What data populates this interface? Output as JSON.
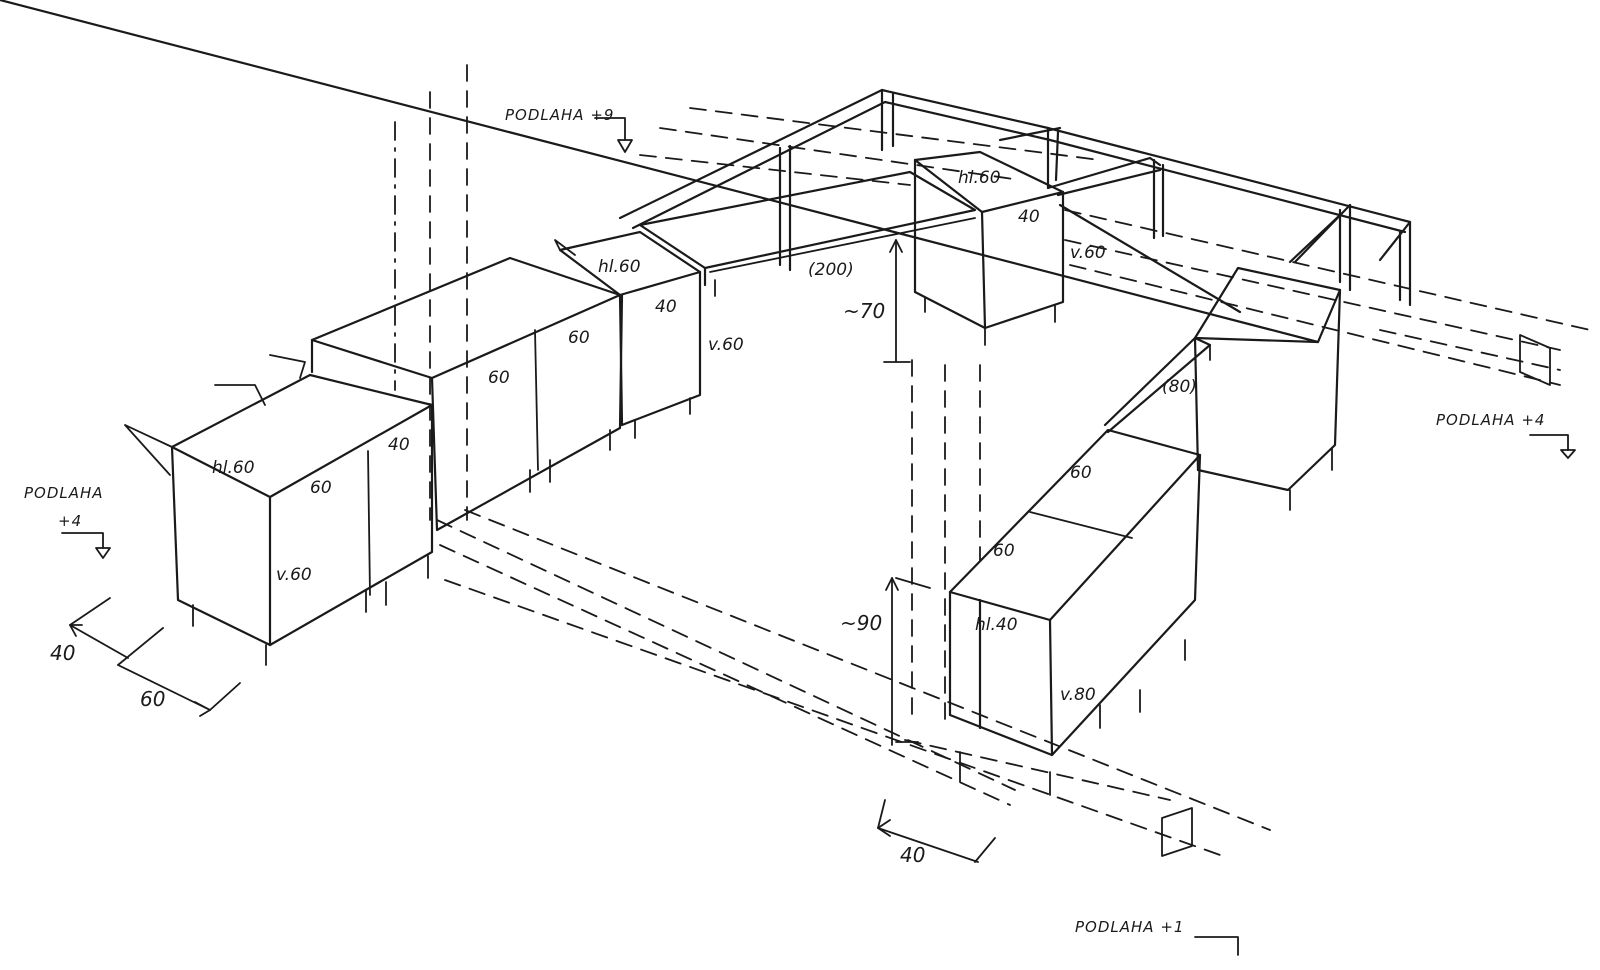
{
  "labels": {
    "floor_top": "PODLAHA +9",
    "floor_left_1": "PODLAHA",
    "floor_left_2": "+4",
    "floor_right": "PODLAHA +4",
    "floor_bottom": "PODLAHA +1",
    "mod1_depth": "hl.60",
    "mod1_top_w": "60",
    "mod1_side_w": "40",
    "mod1_height": "v.60",
    "dim_left_40": "40",
    "dim_left_60": "60",
    "mod2_top_a": "60",
    "mod2_top_b": "60",
    "mod3_depth": "hl.60",
    "mod3_side": "40",
    "mod3_height": "v.60",
    "span_200": "(200)",
    "height_70": "~70",
    "mod4_depth": "hl.60",
    "mod4_side": "40",
    "mod4_height": "v.60",
    "span_80": "(80)",
    "mod5_top_a": "60",
    "mod5_top_b": "60",
    "mod5_depth": "hl.40",
    "mod5_height": "v.80",
    "height_90": "~90",
    "dim_bottom_40": "40"
  },
  "colors": {
    "ink": "#1a1a1a",
    "paper": "#ffffff"
  }
}
